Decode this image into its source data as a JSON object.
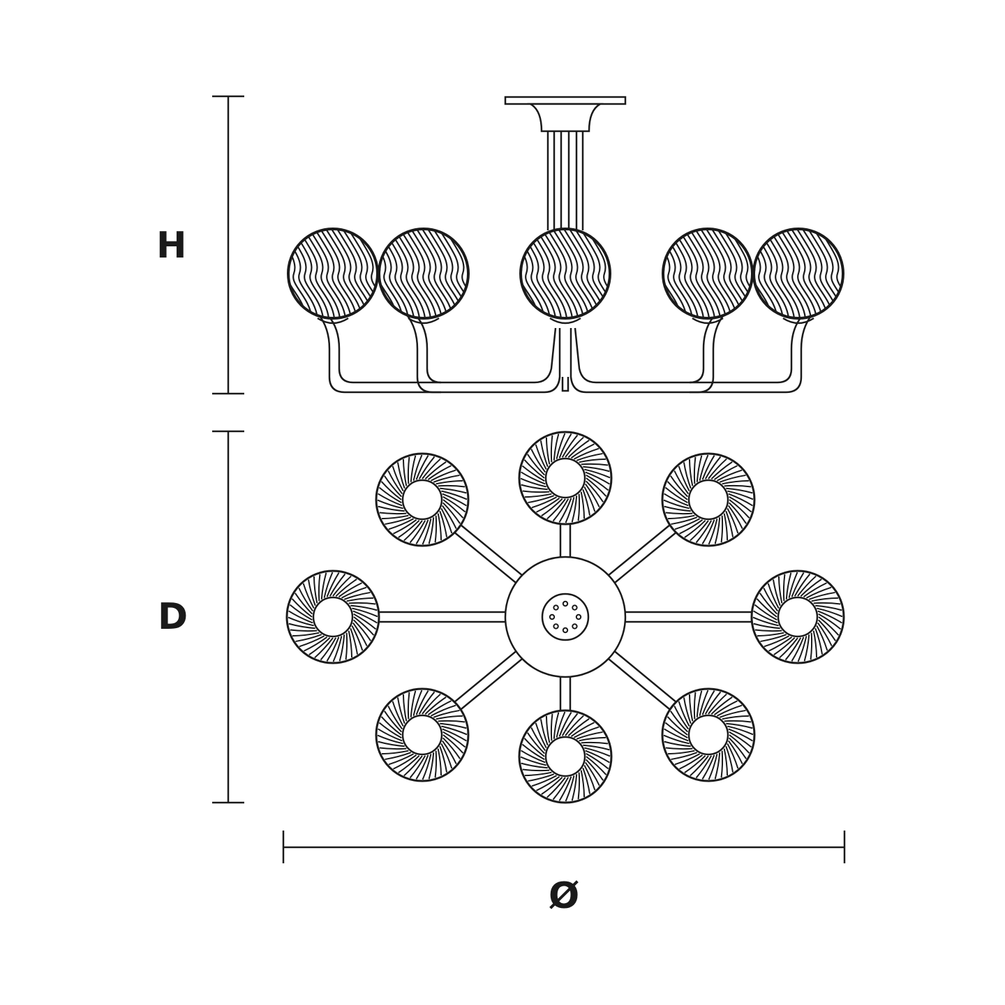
{
  "labels": {
    "height": "H",
    "depth": "D",
    "diameter": "Ø"
  },
  "colors": {
    "line": "#1a1a1a",
    "background": "#ffffff"
  },
  "diagram": {
    "side_view_globes": 5,
    "top_view_globes": 8,
    "canopy_holes": 8
  }
}
